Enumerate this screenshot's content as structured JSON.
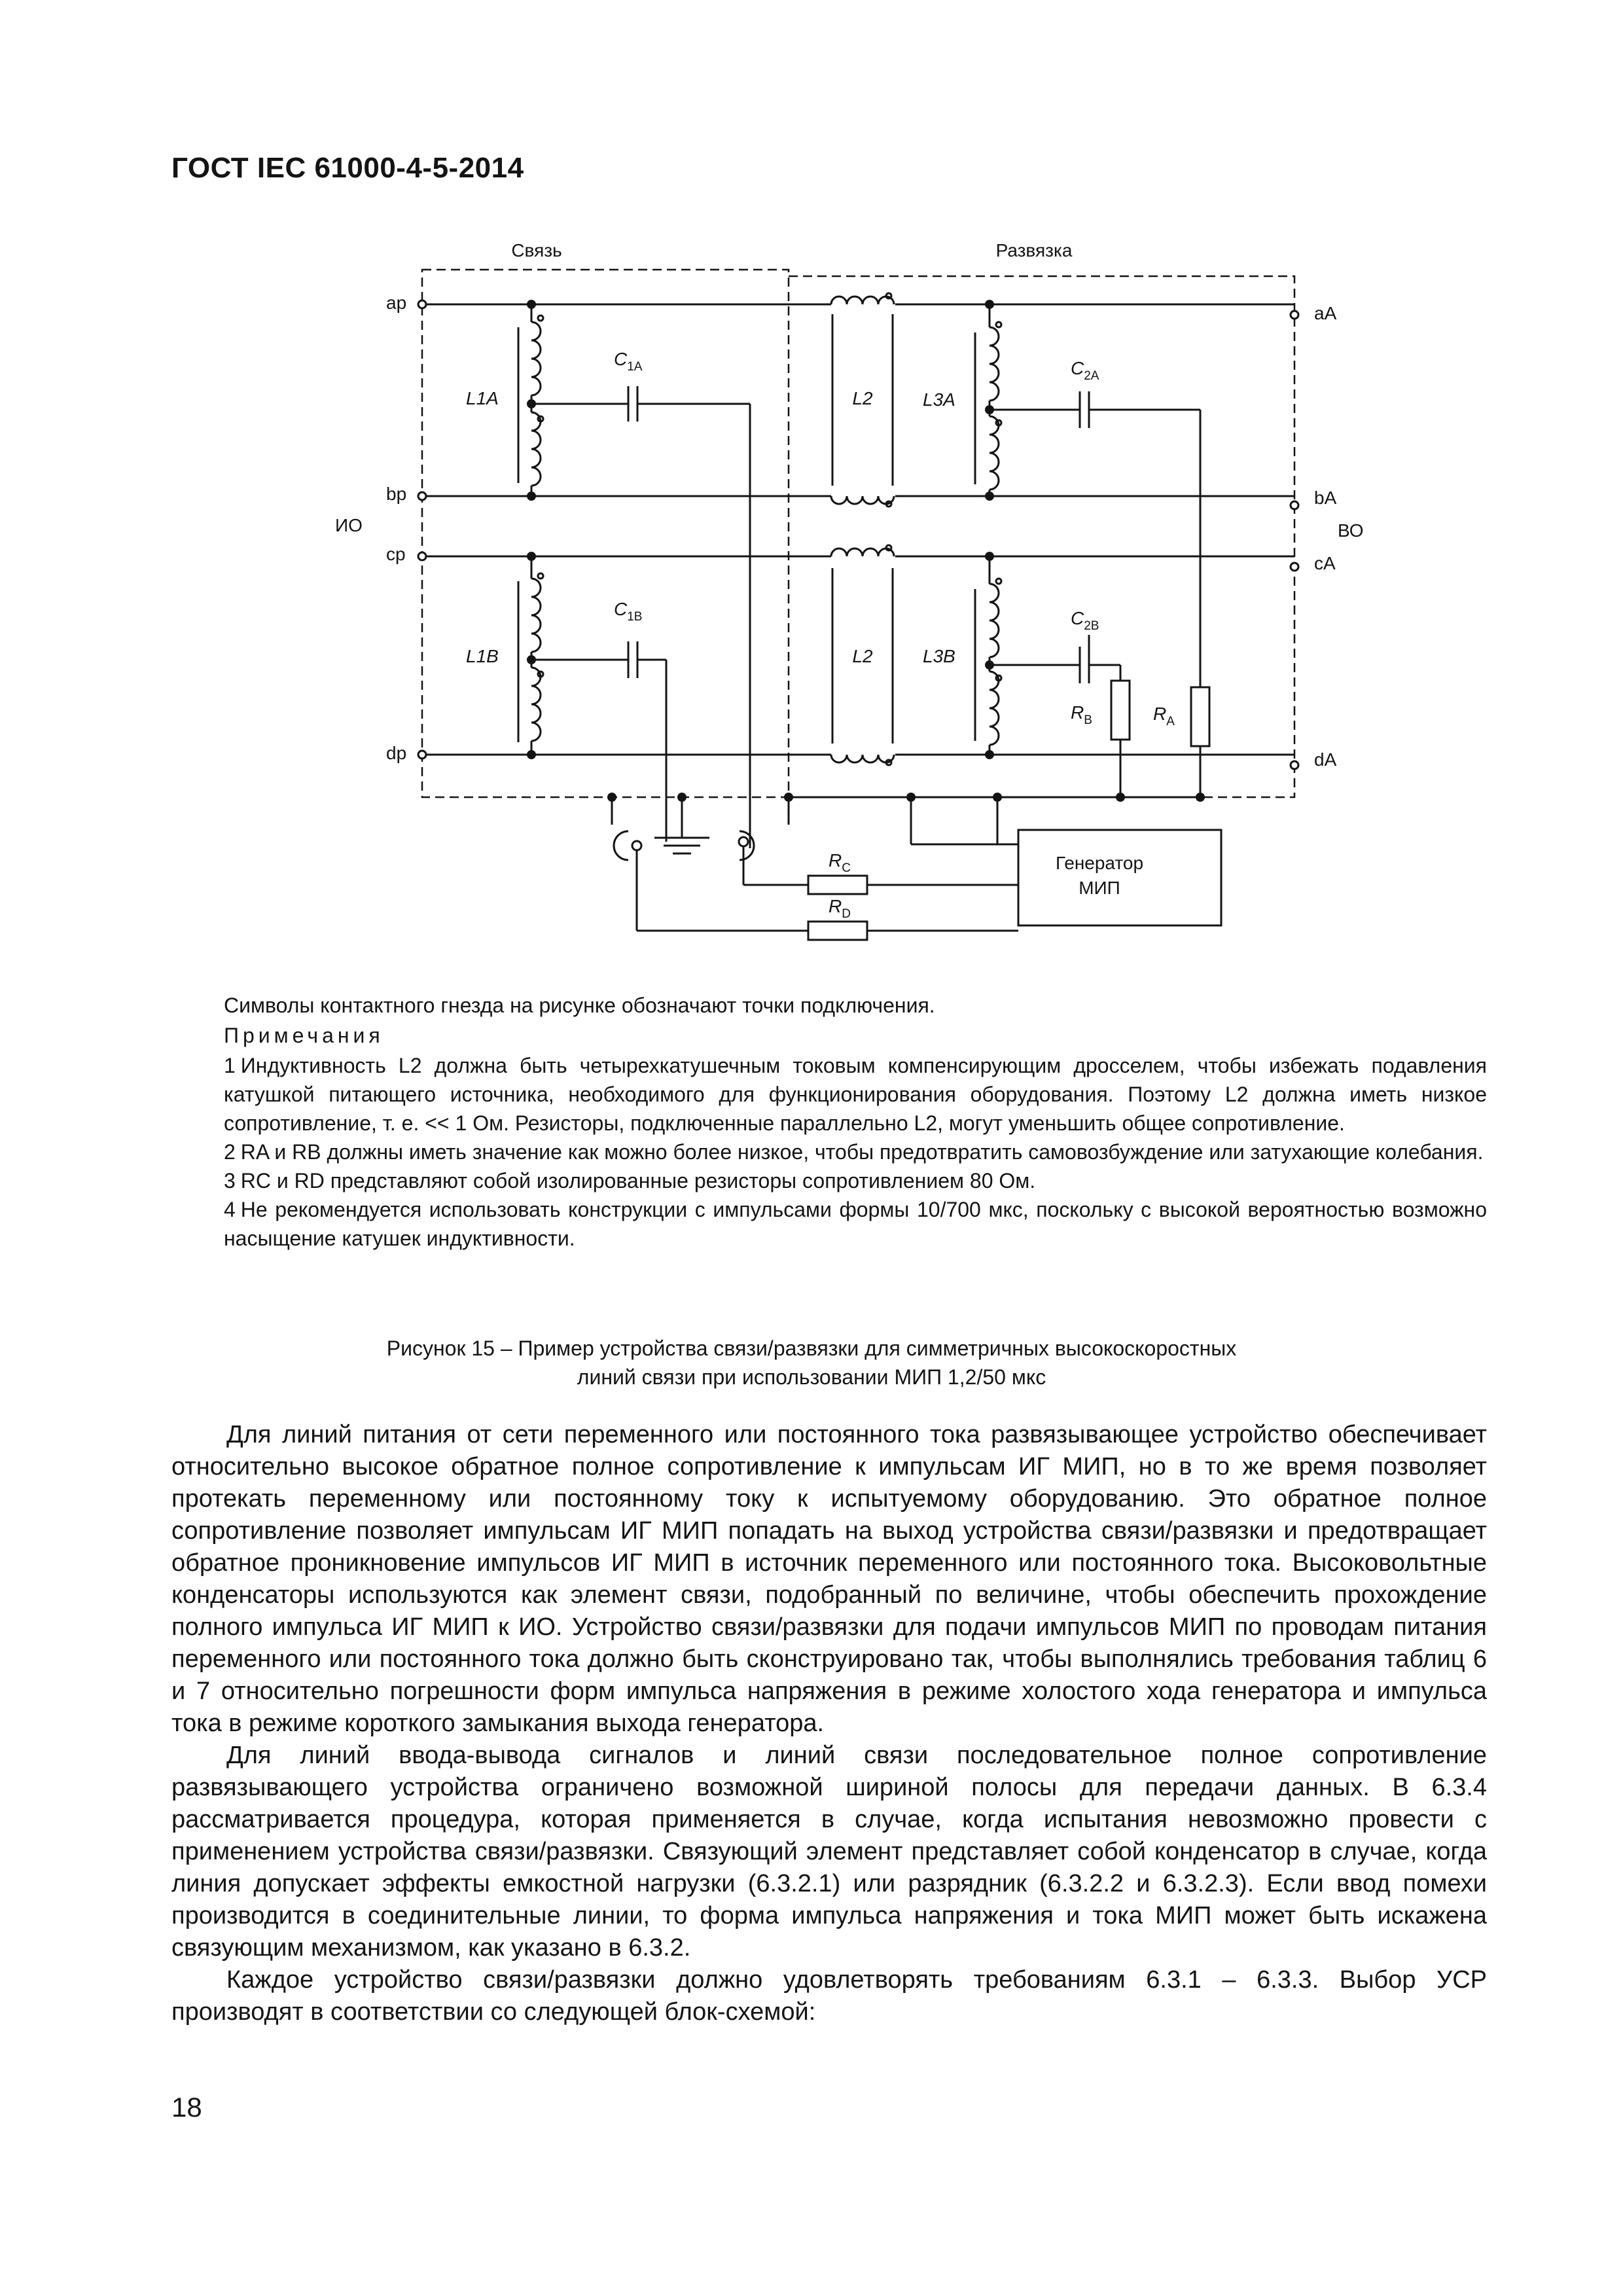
{
  "header": {
    "standard": "ГОСТ IEC 61000-4-5-2014"
  },
  "figure": {
    "section_coupling": "Связь",
    "section_decoupling": "Развязка",
    "terminals_left": [
      "ap",
      "bp",
      "cp",
      "dp"
    ],
    "terminals_right": [
      "aA",
      "bA",
      "cA",
      "dA"
    ],
    "eut_label": "ИО",
    "aux_label": "ВО",
    "inductors": {
      "l1a": "L1A",
      "l1b": "L1B",
      "l2_top": "L2",
      "l2_bottom": "L2",
      "l3a": "L3A",
      "l3b": "L3B"
    },
    "capacitors": {
      "c1a_main": "C",
      "c1a_sub": "1A",
      "c1b_main": "C",
      "c1b_sub": "1B",
      "c2a_main": "C",
      "c2a_sub": "2A",
      "c2b_main": "C",
      "c2b_sub": "2B"
    },
    "resistors": {
      "rb_main": "R",
      "rb_sub": "B",
      "ra_main": "R",
      "ra_sub": "A",
      "rc_main": "R",
      "rc_sub": "C",
      "rd_main": "R",
      "rd_sub": "D"
    },
    "generator_line1": "Генератор",
    "generator_line2": "МИП"
  },
  "symbols_note": "Символы контактного гнезда на рисунке обозначают точки подключения.",
  "notes_title": "Примечания",
  "notes": [
    {
      "num": "1",
      "text": "Индуктивность L2 должна быть четырехкатушечным токовым компенсирующим дросселем, чтобы избежать подавления катушкой питающего источника, необходимого для функционирования оборудования. Поэтому L2 должна иметь низкое сопротивление, т. е. << 1 Ом. Резисторы, подключенные параллельно L2, могут уменьшить общее сопротивление."
    },
    {
      "num": "2",
      "text": "RA и RB должны иметь значение как можно более низкое, чтобы предотвратить самовозбуждение или затухающие колебания."
    },
    {
      "num": "3",
      "text": "RC и RD представляют собой изолированные резисторы сопротивлением 80 Ом."
    },
    {
      "num": "4",
      "text": "Не рекомендуется использовать конструкции с импульсами формы 10/700 мкс, поскольку с высокой вероятностью возможно насыщение катушек индуктивности."
    }
  ],
  "caption_line1": "Рисунок 15 – Пример устройства связи/развязки для симметричных высокоскоростных",
  "caption_line2": "линий связи при использовании МИП 1,2/50 мкс",
  "paragraphs": [
    "Для линий питания от сети переменного или постоянного тока развязывающее устройство обеспечивает относительно высокое обратное полное сопротивление к импульсам ИГ МИП, но в то же время позволяет протекать переменному или постоянному току к испытуемому оборудованию. Это обратное полное сопротивление позволяет импульсам ИГ МИП попадать на выход устройства связи/развязки и предотвращает обратное проникновение импульсов ИГ МИП в источник переменного или постоянного тока. Высоковольтные конденсаторы используются как элемент связи, подобранный по величине, чтобы обеспечить прохождение полного импульса ИГ МИП к ИО. Устройство связи/развязки для подачи импульсов МИП по проводам питания переменного или постоянного тока должно быть сконструировано так, чтобы выполнялись требования таблиц 6 и 7 относительно погрешности форм импульса напряжения в режиме холостого хода генератора и импульса тока в режиме короткого замыкания выхода генератора.",
    "Для линий ввода-вывода сигналов и линий связи последовательное полное сопротивление развязывающего устройства ограничено возможной шириной полосы для передачи данных. В 6.3.4 рассматривается процедура, которая применяется в случае, когда испытания невозможно провести с применением устройства связи/развязки. Связующий элемент представляет собой конденсатор в случае, когда линия допускает эффекты емкостной нагрузки (6.3.2.1) или разрядник (6.3.2.2 и 6.3.2.3). Если ввод помехи производится в соединительные линии, то форма импульса напряжения и тока МИП может быть искажена связующим механизмом, как указано в 6.3.2.",
    "Каждое устройство связи/развязки должно удовлетворять требованиям 6.3.1 – 6.3.3. Выбор УСР производят в соответствии со следующей блок-схемой:"
  ],
  "page_number": "18"
}
